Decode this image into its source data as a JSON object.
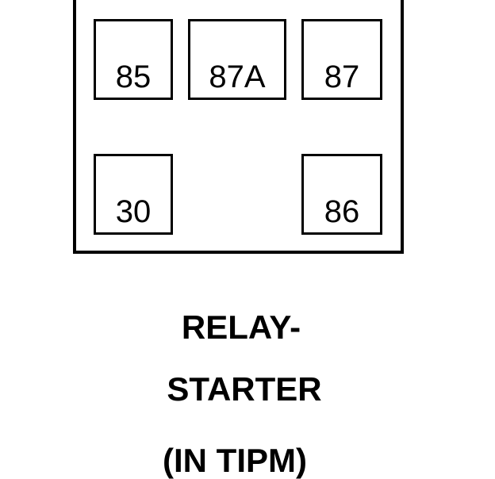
{
  "relay": {
    "terminals": [
      {
        "id": "85",
        "label": "85"
      },
      {
        "id": "87a",
        "label": "87A"
      },
      {
        "id": "87",
        "label": "87"
      },
      {
        "id": "30",
        "label": "30"
      },
      {
        "id": "86",
        "label": "86"
      }
    ]
  },
  "caption": {
    "line1": "RELAY-",
    "line2": "STARTER",
    "line3": "(IN TIPM)"
  }
}
